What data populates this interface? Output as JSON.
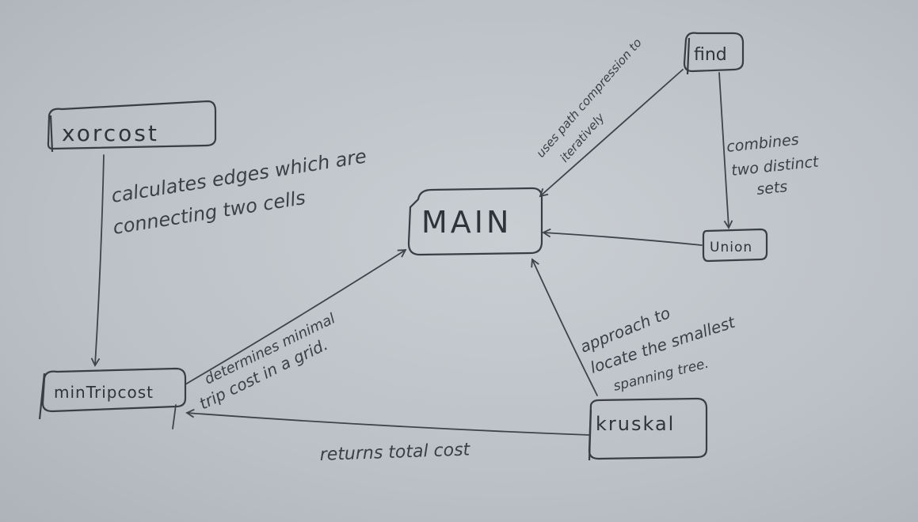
{
  "nodes": {
    "xorcost": "xorcost",
    "main": "MAIN",
    "find": "find",
    "union": "Union",
    "mintripcost": "minTripcost",
    "kruskal": "kruskal"
  },
  "notes": {
    "xorcost_line1": "calculates edges which are",
    "xorcost_line2": "connecting two cells",
    "find_line1": "uses path compression to",
    "find_line2": "iteratively",
    "union_line1": "combines",
    "union_line2": "two distinct",
    "union_line3": "sets",
    "mintrip_line1": "determines minimal",
    "mintrip_line2": "trip cost in a grid.",
    "kruskal_line1": "approach to",
    "kruskal_line2": "locate the smallest",
    "kruskal_line3": "spanning tree.",
    "returns": "returns total cost"
  },
  "colors": {
    "paper": "#c3c8cd",
    "ink": "#3a3d44"
  }
}
